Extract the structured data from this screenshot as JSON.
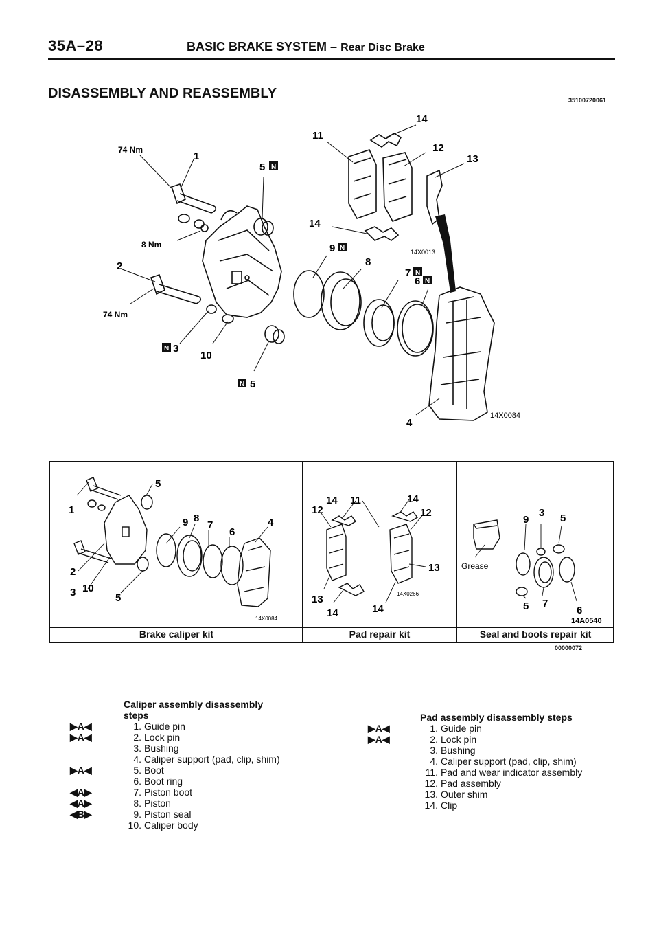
{
  "header": {
    "page_number": "35A–28",
    "title_main": "BASIC BRAKE SYSTEM –",
    "title_sub": "Rear Disc Brake"
  },
  "section": {
    "title": "DISASSEMBLY AND REASSEMBLY",
    "code": "35100720061"
  },
  "main_diagram": {
    "callouts": {
      "c1": "1",
      "c2": "2",
      "c3": "3",
      "c4": "4",
      "c5a": "5",
      "c5b": "5",
      "c6": "6",
      "c7": "7",
      "c8": "8",
      "c9": "9",
      "c10": "10",
      "c11": "11",
      "c12": "12",
      "c13": "13",
      "c14a": "14",
      "c14b": "14"
    },
    "torque_74_top": "74 Nm",
    "torque_8": "8 Nm",
    "torque_74_bottom": "74 Nm",
    "ref_code_pad": "14X0013",
    "ref_code_main": "14X0084"
  },
  "kits": {
    "caliper": {
      "label": "Brake caliper kit",
      "ref_code": "14X0084",
      "callouts": [
        "1",
        "2",
        "3",
        "10",
        "5",
        "5",
        "9",
        "8",
        "7",
        "6",
        "4"
      ]
    },
    "pad": {
      "label": "Pad repair kit",
      "ref_code": "14X0266",
      "callouts": [
        "12",
        "14",
        "11",
        "14",
        "12",
        "13",
        "13",
        "14",
        "14"
      ]
    },
    "seal": {
      "label": "Seal and boots repair kit",
      "ref_code": "14A0540",
      "grease_label": "Grease",
      "callouts": [
        "9",
        "3",
        "5",
        "5",
        "7",
        "6"
      ]
    },
    "table_code": "00000072"
  },
  "caliper_steps": {
    "title": "Caliper assembly disassembly steps",
    "items": [
      {
        "mark": "▶A◀",
        "num": "1.",
        "text": "Guide pin"
      },
      {
        "mark": "▶A◀",
        "num": "2.",
        "text": "Lock pin"
      },
      {
        "mark": "",
        "num": "3.",
        "text": "Bushing"
      },
      {
        "mark": "",
        "num": "4.",
        "text": "Caliper support (pad, clip, shim)"
      },
      {
        "mark": "▶A◀",
        "num": "5.",
        "text": "Boot"
      },
      {
        "mark": "",
        "num": "6.",
        "text": "Boot ring"
      },
      {
        "mark": "◀A▶",
        "num": "7.",
        "text": "Piston boot"
      },
      {
        "mark": "◀A▶",
        "num": "8.",
        "text": "Piston"
      },
      {
        "mark": "◀B▶",
        "num": "9.",
        "text": "Piston seal"
      },
      {
        "mark": "",
        "num": "10.",
        "text": "Caliper body"
      }
    ]
  },
  "pad_steps": {
    "title": "Pad assembly disassembly steps",
    "items": [
      {
        "mark": "▶A◀",
        "num": "1.",
        "text": "Guide pin"
      },
      {
        "mark": "▶A◀",
        "num": "2.",
        "text": "Lock pin"
      },
      {
        "mark": "",
        "num": "3.",
        "text": "Bushing"
      },
      {
        "mark": "",
        "num": "4.",
        "text": "Caliper support (pad, clip, shim)"
      },
      {
        "mark": "",
        "num": "11.",
        "text": "Pad and wear indicator assembly"
      },
      {
        "mark": "",
        "num": "12.",
        "text": "Pad assembly"
      },
      {
        "mark": "",
        "num": "13.",
        "text": "Outer shim"
      },
      {
        "mark": "",
        "num": "14.",
        "text": "Clip"
      }
    ]
  }
}
